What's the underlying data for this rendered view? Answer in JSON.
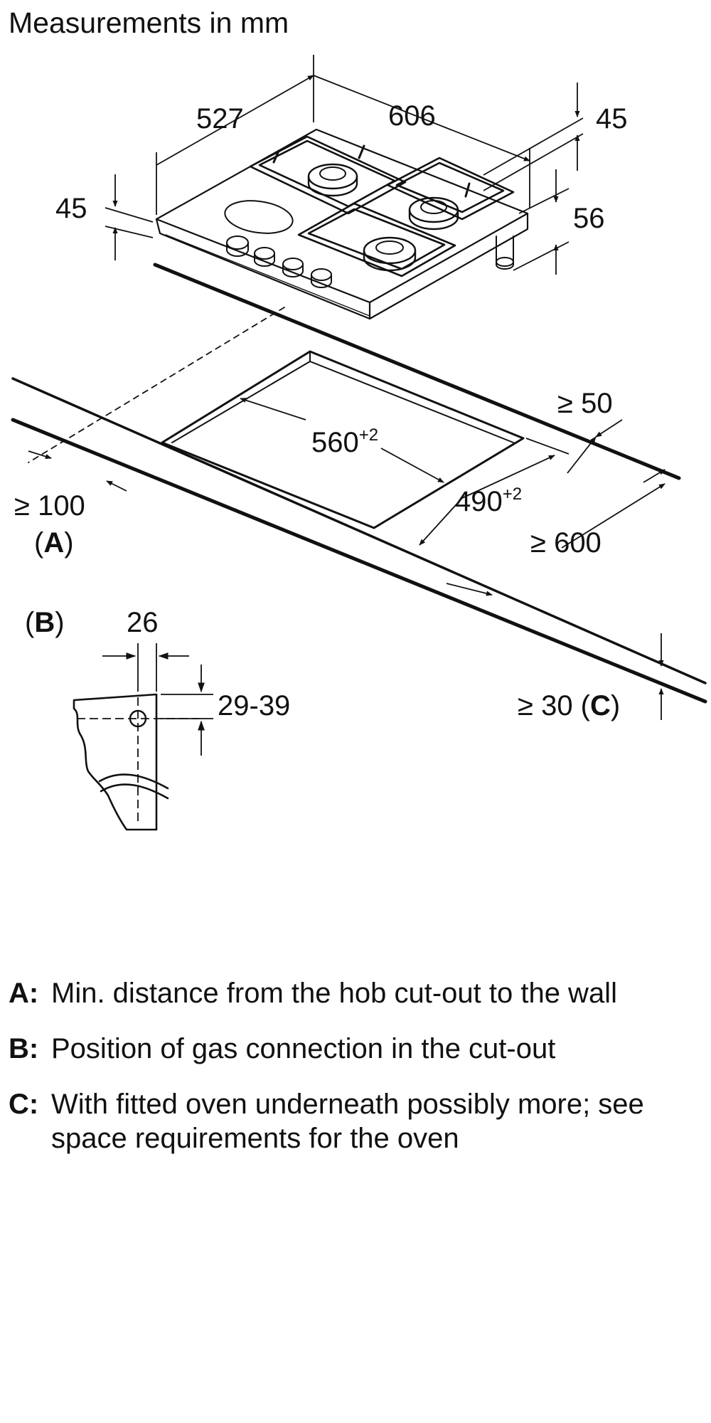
{
  "title": "Measurements in mm",
  "hob_dimensions": {
    "depth": "527",
    "width": "606",
    "top_height": "45",
    "frame_height": "45",
    "total_height": "56"
  },
  "cutout": {
    "width": "560",
    "width_tolerance": "+2",
    "depth": "490",
    "depth_tolerance": "+2",
    "min_back": "≥ 50",
    "min_wall": "≥ 100",
    "min_worktop_depth": "≥ 600",
    "min_worktop_thickness": "≥ 30",
    "label_a_open": "(",
    "label_a": "A",
    "label_a_close": ")",
    "label_c": "C"
  },
  "gas_connection": {
    "label_open": "(",
    "label": "B",
    "label_close": ")",
    "offset_x": "26",
    "offset_y": "29-39"
  },
  "legend": [
    {
      "key": "A:",
      "text": "Min. distance from the hob cut-out to the wall"
    },
    {
      "key": "B:",
      "text": "Position of gas connection in the cut-out"
    },
    {
      "key": "C:",
      "text": "With fitted oven underneath possibly more; see space requirements for the oven"
    }
  ]
}
